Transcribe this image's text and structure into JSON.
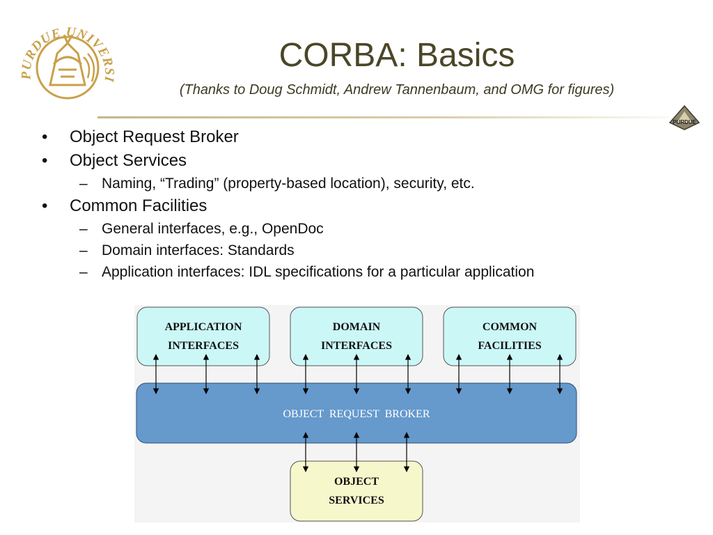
{
  "slide": {
    "title": "CORBA: Basics",
    "subtitle": "(Thanks to Doug Schmidt, Andrew Tannenbaum, and OMG for figures)"
  },
  "logo": {
    "name": "purdue-university-seal",
    "text": "PURDUE UNIVERSITY"
  },
  "corner_logo": {
    "name": "purdue-corner-logo",
    "text": "PURDUE"
  },
  "bullets": [
    {
      "level": 1,
      "marker": "•",
      "text": "Object Request Broker"
    },
    {
      "level": 1,
      "marker": "•",
      "text": "Object Services"
    },
    {
      "level": 2,
      "marker": "–",
      "text": "Naming, “Trading” (property-based location), security, etc."
    },
    {
      "level": 1,
      "marker": "•",
      "text": "Common Facilities"
    },
    {
      "level": 2,
      "marker": "–",
      "text": "General interfaces, e.g., OpenDoc"
    },
    {
      "level": 2,
      "marker": "–",
      "text": "Domain interfaces:  Standards"
    },
    {
      "level": 2,
      "marker": "–",
      "text": "Application interfaces:  IDL specifications for a particular application"
    }
  ],
  "diagram": {
    "boxes": {
      "application": {
        "line1": "APPLICATION",
        "line2": "INTERFACES"
      },
      "domain": {
        "line1": "DOMAIN",
        "line2": "INTERFACES"
      },
      "common": {
        "line1": "COMMON",
        "line2": "FACILITIES"
      },
      "orb": {
        "label": "OBJECT  REQUEST  BROKER"
      },
      "services": {
        "line1": "OBJECT",
        "line2": "SERVICES"
      }
    },
    "colors": {
      "top_box_fill": "#ccf7f7",
      "orb_fill": "#6699cc",
      "services_fill": "#f7f7cc",
      "orb_text": "#ffffff",
      "background": "#f4f4f4",
      "arrow": "#000000"
    }
  }
}
